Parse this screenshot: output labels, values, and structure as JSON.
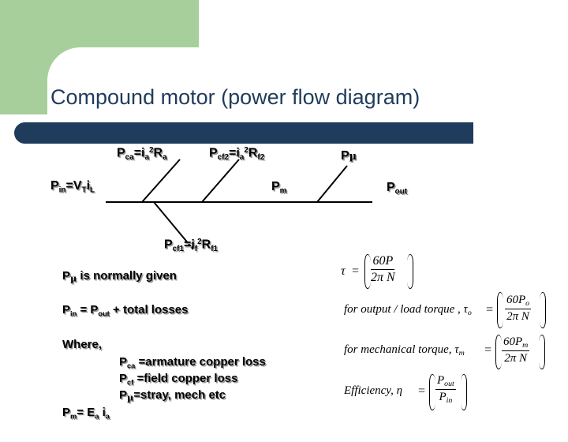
{
  "title": "Compound motor (power flow diagram)",
  "flow": {
    "pca": {
      "base": "P",
      "sub": "ca",
      "eq": "=i",
      "sub2": "a",
      "sup": "2",
      "base2": "R",
      "sub3": "a"
    },
    "pcf2": {
      "base": "P",
      "sub": "cf2",
      "eq": "=i",
      "sub2": "a",
      "sup": "2",
      "base2": "R",
      "sub3": "f2"
    },
    "pmu": {
      "base": "P",
      "sym": "µ"
    },
    "pin": {
      "base": "P",
      "sub": "in",
      "eq": "=V",
      "sub2": "T",
      "base2": "i",
      "sub3": "L"
    },
    "pm": {
      "base": "P",
      "sub": "m"
    },
    "pout": {
      "base": "P",
      "sub": "out"
    },
    "pcf1": {
      "base": "P",
      "sub": "cf1",
      "eq": "=i",
      "sub2": "f",
      "sup": "2",
      "base2": "R",
      "sub3": "f1"
    }
  },
  "notes": {
    "given": {
      "p": "P",
      "sym": "µ",
      "rest": " is normally given"
    },
    "balance": {
      "p": "P",
      "sub": "in",
      "mid": " = P",
      "sub2": "out",
      "rest": " + total losses"
    },
    "where": "Where,",
    "loss1": {
      "p": "P",
      "sub": "ca",
      "rest": " =armature copper loss"
    },
    "loss2": {
      "p": "P",
      "sub": "cf",
      "rest": " =field copper loss"
    },
    "loss3": {
      "p": "P",
      "sym": "µ",
      "rest": "=stray, mech etc"
    },
    "pm_eq": {
      "p": "P",
      "sub": "m",
      "mid": "= E",
      "sub2": "a",
      "mid2": " i",
      "sub3": "a"
    }
  },
  "formulas": {
    "tau": {
      "lhs": "τ",
      "eq": "=",
      "num": "60P",
      "den": "2π N"
    },
    "output": {
      "text": "for output / load torque , τ",
      "sub": "o",
      "eq": "=",
      "num": "60P",
      "num_sub": "o",
      "den": "2π N"
    },
    "mech": {
      "text": "for mechanical torque, τ",
      "sub": "m",
      "eq": "=",
      "num": "60P",
      "num_sub": "m",
      "den": "2π N"
    },
    "eff": {
      "text": "Efficiency, η",
      "eq": "=",
      "num": "P",
      "num_sub": "out",
      "den": "P",
      "den_sub": "in"
    }
  },
  "colors": {
    "title": "#1f3c5c",
    "accent_bar": "#1f3c5c",
    "corner": "#a6cf9b"
  }
}
